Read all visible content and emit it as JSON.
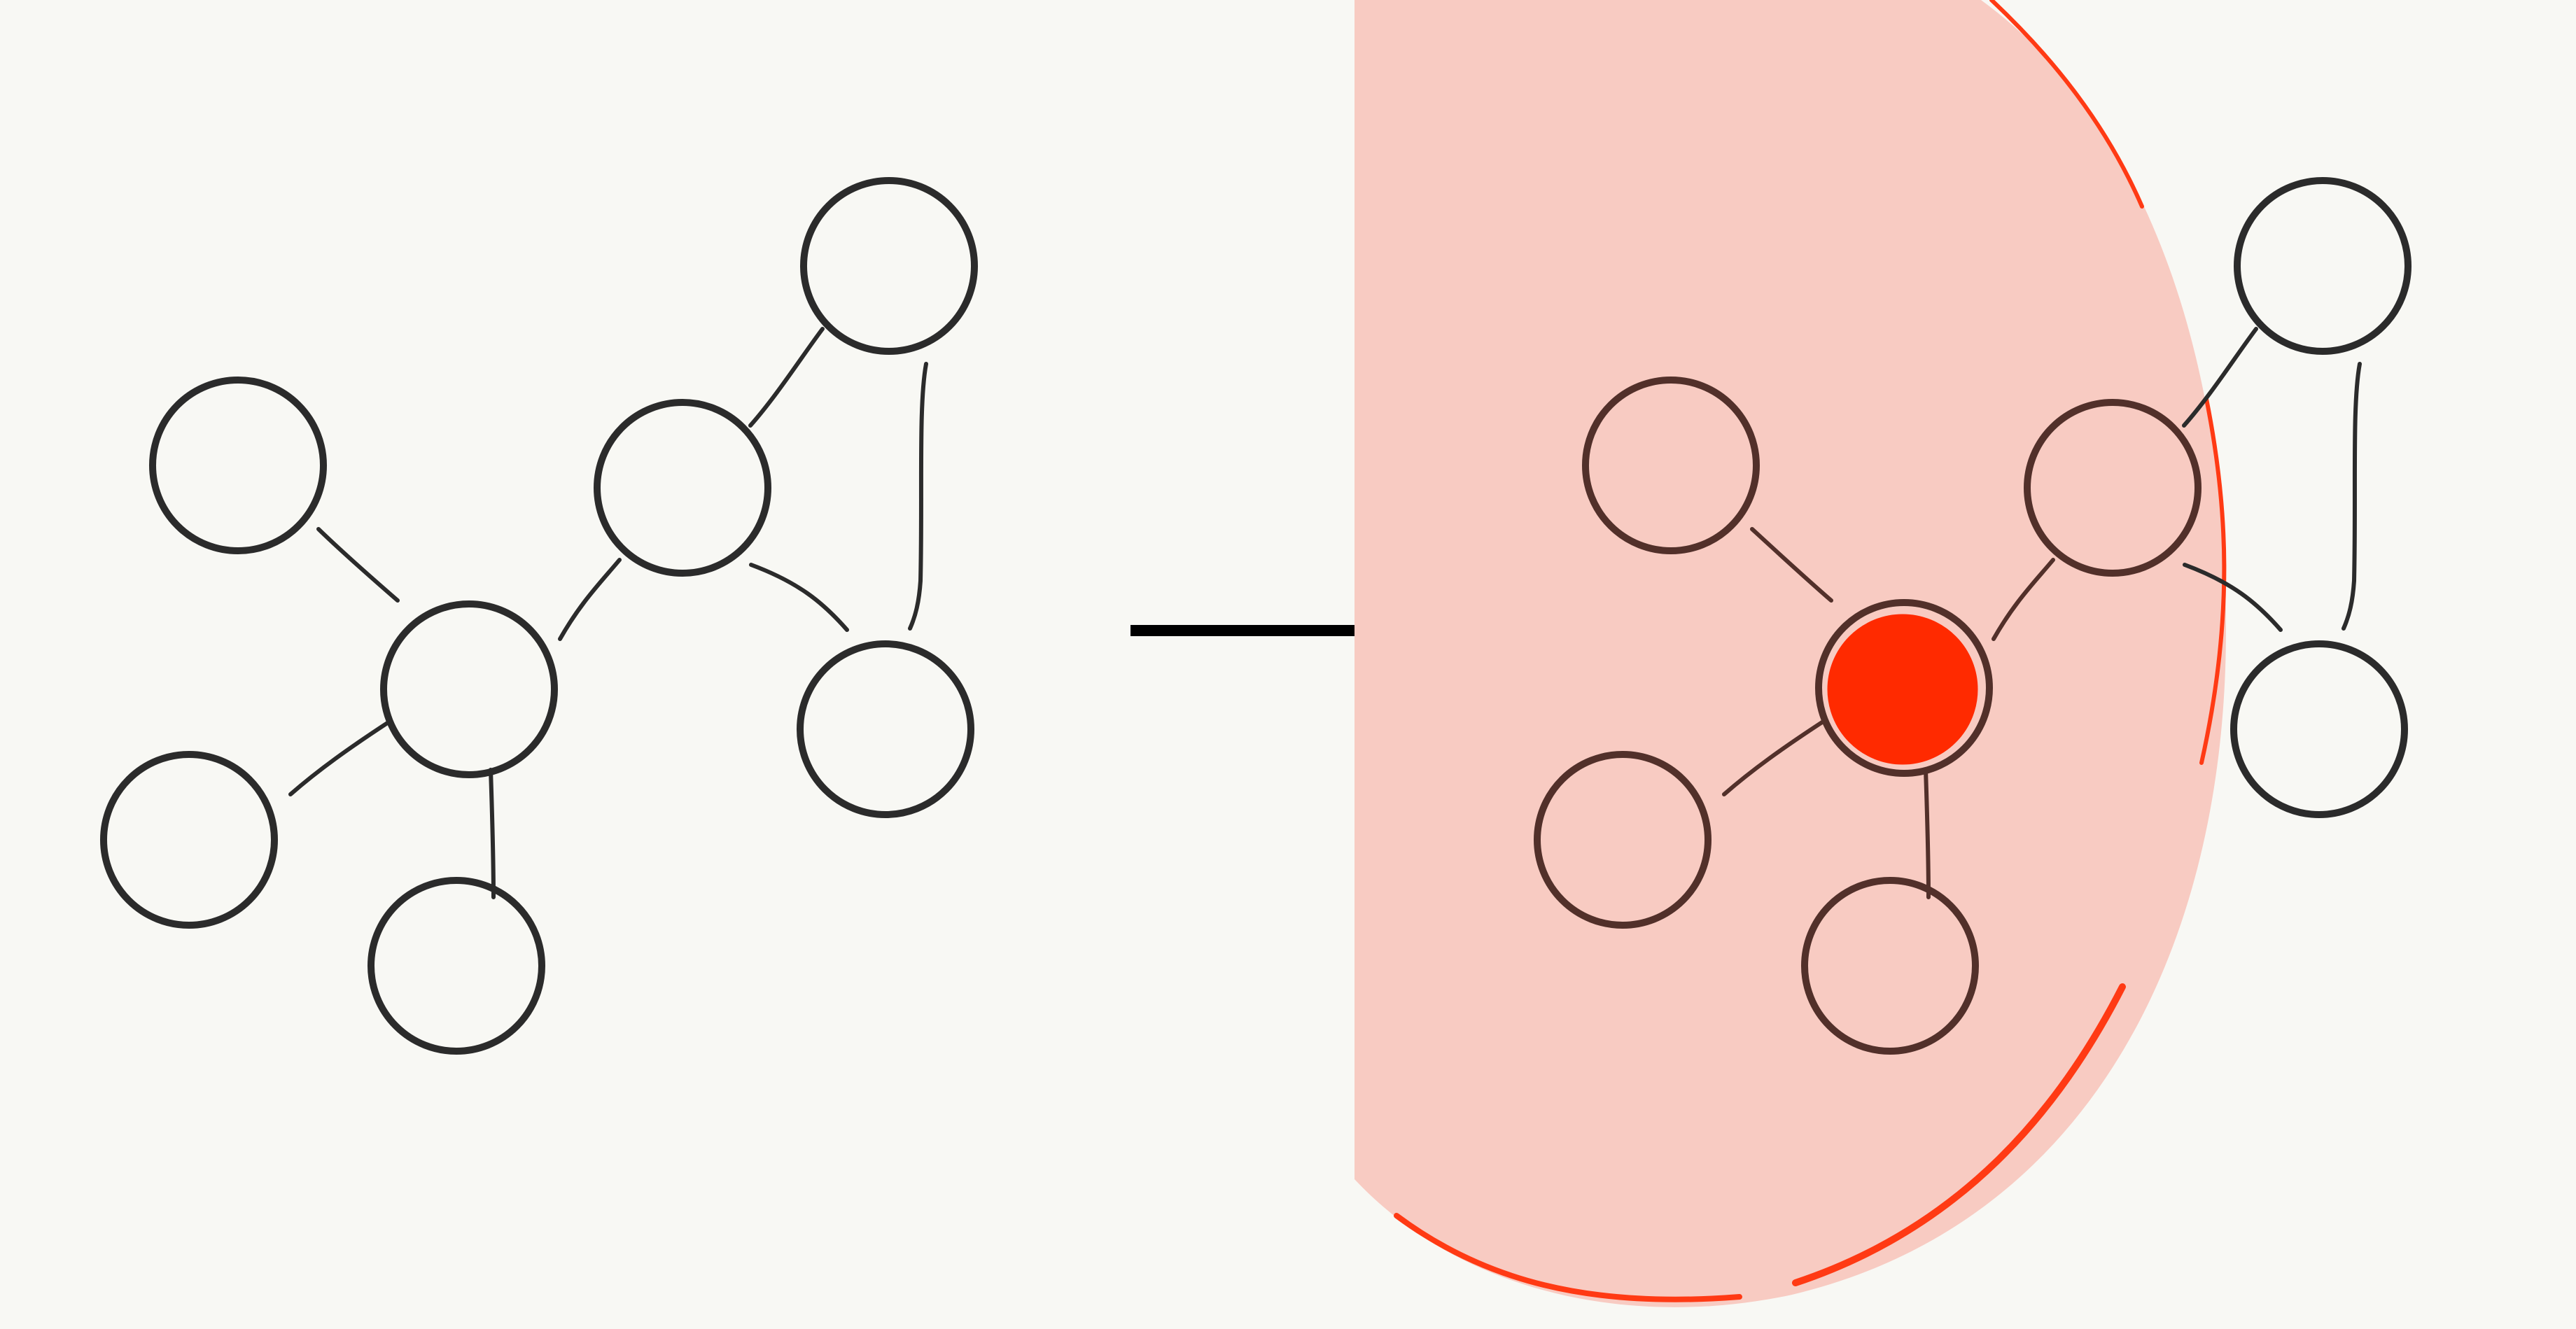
{
  "colors": {
    "background": "#f8f8f4",
    "ink": "#2b2b2b",
    "ink_dim": "#52302a",
    "highlight_fill": "#f8cbc2",
    "highlight_stroke": "#ff3a14",
    "selected_node": "#ff2a00",
    "arrow": "#000000"
  },
  "diagram": {
    "description_text": "",
    "before_graph": {
      "nodes": [
        "leaf-top-left",
        "hub",
        "mid",
        "top-right",
        "right",
        "leaf-bottom-left",
        "leaf-bottom"
      ],
      "edges": [
        [
          "hub",
          "leaf-top-left"
        ],
        [
          "hub",
          "leaf-bottom-left"
        ],
        [
          "hub",
          "leaf-bottom"
        ],
        [
          "hub",
          "mid"
        ],
        [
          "mid",
          "top-right"
        ],
        [
          "mid",
          "right"
        ],
        [
          "top-right",
          "right"
        ]
      ]
    },
    "after_graph": {
      "nodes": [
        "leaf-top-left",
        "hub",
        "mid",
        "top-right",
        "right",
        "leaf-bottom-left",
        "leaf-bottom"
      ],
      "selected_node": "hub",
      "highlighted_region": "neighborhood-of-hub"
    },
    "transition": "arrow-right"
  }
}
